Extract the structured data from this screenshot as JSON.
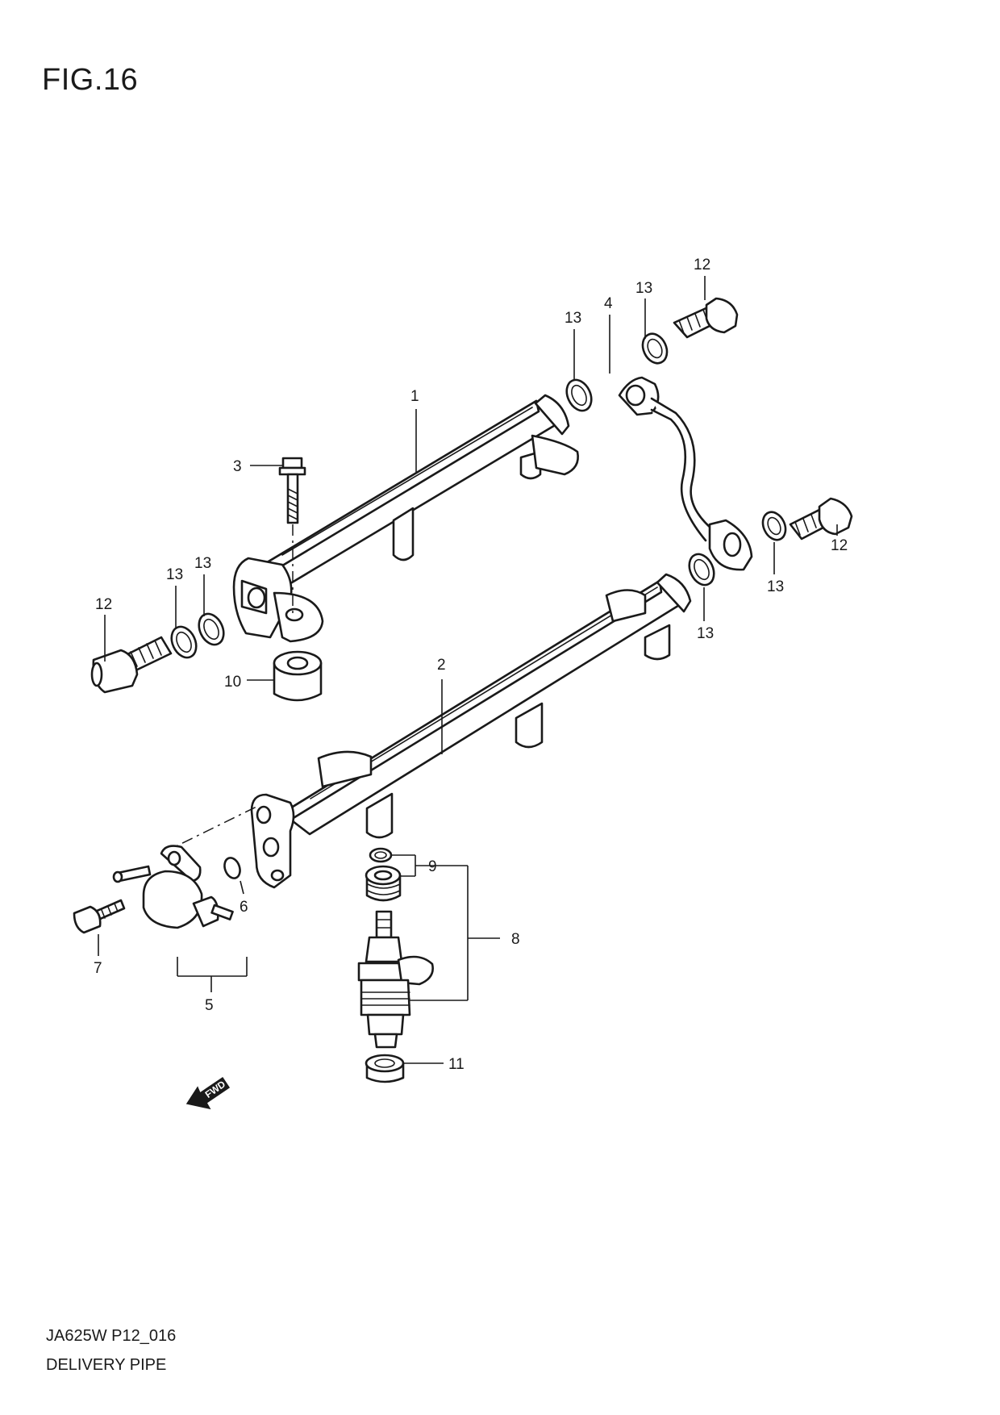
{
  "figure": {
    "title": "FIG.16"
  },
  "footer": {
    "code": "JA625W P12_016",
    "name": "DELIVERY PIPE"
  },
  "fwd_arrow": {
    "label": "FWD",
    "icon": "fwd-arrow-icon"
  },
  "callouts": [
    {
      "id": "c1",
      "label": "1"
    },
    {
      "id": "c2",
      "label": "2"
    },
    {
      "id": "c3",
      "label": "3"
    },
    {
      "id": "c4",
      "label": "4"
    },
    {
      "id": "c5",
      "label": "5"
    },
    {
      "id": "c6",
      "label": "6"
    },
    {
      "id": "c7",
      "label": "7"
    },
    {
      "id": "c8",
      "label": "8"
    },
    {
      "id": "c9",
      "label": "9"
    },
    {
      "id": "c10",
      "label": "10"
    },
    {
      "id": "c11",
      "label": "11"
    },
    {
      "id": "c12a",
      "label": "12"
    },
    {
      "id": "c12b",
      "label": "12"
    },
    {
      "id": "c12c",
      "label": "12"
    },
    {
      "id": "c13a",
      "label": "13"
    },
    {
      "id": "c13b",
      "label": "13"
    },
    {
      "id": "c13c",
      "label": "13"
    },
    {
      "id": "c13d",
      "label": "13"
    },
    {
      "id": "c13e",
      "label": "13"
    },
    {
      "id": "c13f",
      "label": "13"
    }
  ]
}
